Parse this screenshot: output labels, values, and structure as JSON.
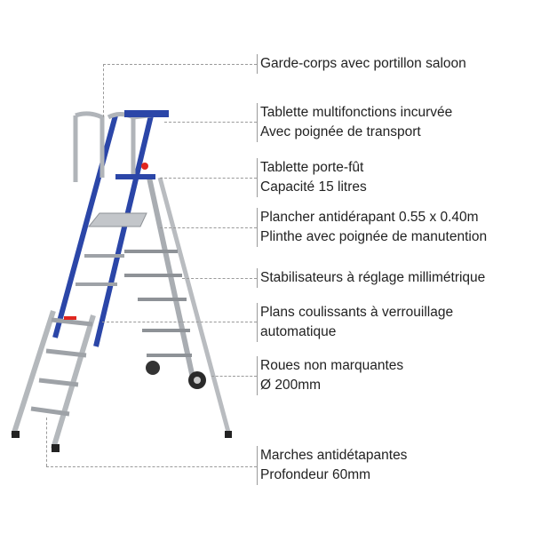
{
  "annotations": [
    {
      "id": "garde-corps",
      "lines": [
        "Garde-corps avec portillon saloon"
      ]
    },
    {
      "id": "tablette-multifonctions",
      "lines": [
        "Tablette multifonctions incurvée",
        "Avec poignée de transport"
      ]
    },
    {
      "id": "tablette-porte-fut",
      "lines": [
        "Tablette porte-fût",
        "Capacité 15 litres"
      ]
    },
    {
      "id": "plancher",
      "lines": [
        "Plancher antidérapant 0.55 x 0.40m",
        "Plinthe avec poignée de manutention"
      ]
    },
    {
      "id": "stabilisateurs",
      "lines": [
        "Stabilisateurs à réglage millimétrique"
      ]
    },
    {
      "id": "plans-coulissants",
      "lines": [
        "Plans coulissants à verrouillage",
        "automatique"
      ]
    },
    {
      "id": "roues",
      "lines": [
        "Roues non marquantes",
        "Ø 200mm"
      ]
    },
    {
      "id": "marches",
      "lines": [
        "Marches antidétapantes",
        "Profondeur 60mm"
      ]
    }
  ],
  "colors": {
    "ladder_blue": "#2b46a8",
    "aluminium": "#b9bcc0",
    "leader_line": "#9a9a9a",
    "accent_red": "#e0261f"
  }
}
